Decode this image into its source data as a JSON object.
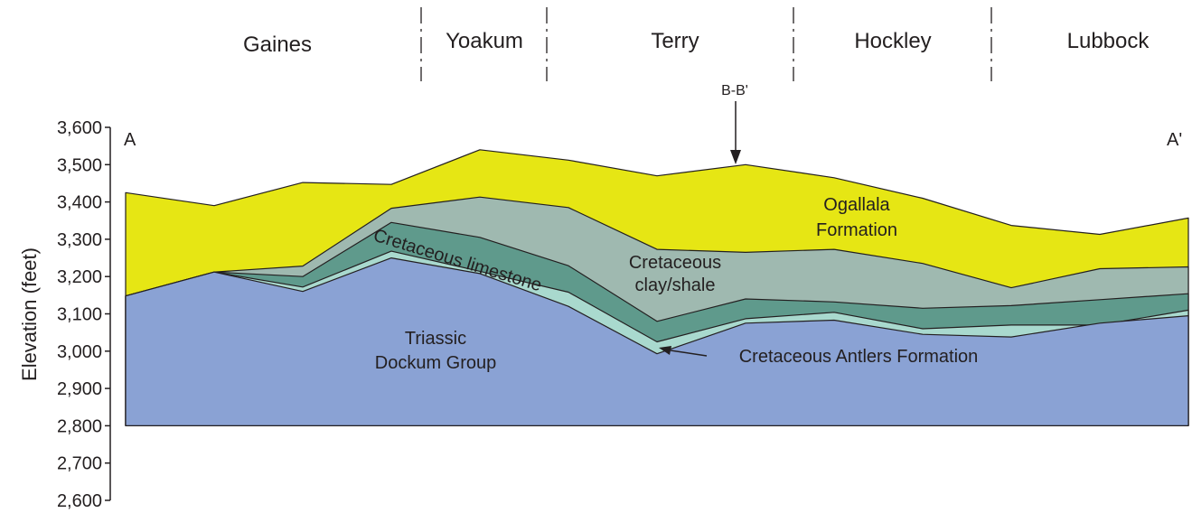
{
  "counties": [
    "Gaines",
    "Yoakum",
    "Terry",
    "Hockley",
    "Lubbock"
  ],
  "section_line": {
    "start": "A",
    "end": "A'"
  },
  "crossing_marker": "B-B'",
  "axis": {
    "ylabel": "Elevation (feet)",
    "ticks": [
      3600,
      3500,
      3400,
      3300,
      3200,
      3100,
      3000,
      2900,
      2800,
      2700,
      2600
    ],
    "tick_labels": [
      "3,600",
      "3,500",
      "3,400",
      "3,300",
      "3,200",
      "3,100",
      "3,000",
      "2,900",
      "2,800",
      "2,700",
      "2,600"
    ],
    "ylim": [
      2600,
      3600
    ]
  },
  "units": [
    {
      "name": "Ogallala Formation",
      "lines": [
        "Ogallala",
        "Formation"
      ],
      "color": "#e6e614"
    },
    {
      "name": "Cretaceous clay/shale",
      "lines": [
        "Cretaceous",
        "clay/shale"
      ],
      "color": "#9fb9b0"
    },
    {
      "name": "Cretaceous limestone",
      "lines": [
        "Cretaceous limestone"
      ],
      "color": "#5f9a8c"
    },
    {
      "name": "Cretaceous Antlers Formation",
      "lines": [
        "Cretaceous Antlers Formation"
      ],
      "color": "#a9d9ce"
    },
    {
      "name": "Triassic Dockum Group",
      "lines": [
        "Triassic",
        "Dockum Group"
      ],
      "color": "#8aa2d4"
    }
  ],
  "profile_base_elevation": 2800,
  "surfaces": {
    "land_surface": [
      3425,
      3390,
      3452,
      3447,
      3540,
      3512,
      3470,
      3500,
      3465,
      3410,
      3337,
      3313,
      3357
    ],
    "top_clay_shale": [
      3148,
      3212,
      3228,
      3383,
      3413,
      3385,
      3273,
      3265,
      3273,
      3235,
      3170,
      3221,
      3226
    ],
    "top_limestone": [
      3148,
      3212,
      3200,
      3345,
      3305,
      3229,
      3080,
      3140,
      3132,
      3115,
      3122,
      3138,
      3154
    ],
    "top_antlers": [
      3148,
      3212,
      3172,
      3268,
      3214,
      3158,
      3025,
      3087,
      3104,
      3060,
      3070,
      3070,
      3110
    ],
    "top_dockum": [
      3148,
      3212,
      3160,
      3250,
      3208,
      3120,
      2993,
      3075,
      3083,
      3045,
      3038,
      3075,
      3095
    ]
  }
}
